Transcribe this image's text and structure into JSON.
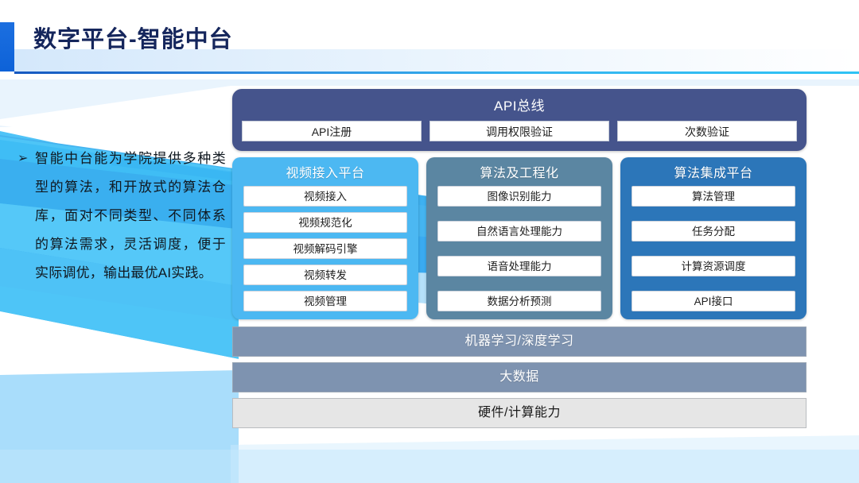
{
  "header": {
    "title": "数字平台-智能中台"
  },
  "bullet": {
    "marker": "➢",
    "text": "智能中台能为学院提供多种类型的算法，和开放式的算法仓库，面对不同类型、不同体系的算法需求，灵活调度，便于实际调优，输出最优AI实践。"
  },
  "diagram": {
    "api_bus": {
      "title": "API总线",
      "items": [
        {
          "label": "API注册"
        },
        {
          "label": "调用权限验证"
        },
        {
          "label": "次数验证"
        }
      ]
    },
    "columns": [
      {
        "id": "col-video",
        "title": "视频接入平台",
        "color": "#4cb8f2",
        "items": [
          {
            "label": "视频接入"
          },
          {
            "label": "视频规范化"
          },
          {
            "label": "视频解码引擎"
          },
          {
            "label": "视频转发"
          },
          {
            "label": "视频管理"
          }
        ]
      },
      {
        "id": "col-algo",
        "title": "算法及工程化",
        "color": "#5b86a2",
        "items": [
          {
            "label": "图像识别能力"
          },
          {
            "label": "自然语言处理能力"
          },
          {
            "label": "语音处理能力"
          },
          {
            "label": "数据分析预测"
          }
        ]
      },
      {
        "id": "col-integ",
        "title": "算法集成平台",
        "color": "#2c76b9",
        "items": [
          {
            "label": "算法管理"
          },
          {
            "label": "任务分配"
          },
          {
            "label": "计算资源调度"
          },
          {
            "label": "API接口"
          }
        ]
      }
    ],
    "bottom_bars": [
      {
        "label": "机器学习/深度学习",
        "style": "slate",
        "color": "#7e93b0"
      },
      {
        "label": "大数据",
        "style": "slate",
        "color": "#7e93b0"
      },
      {
        "label": "硬件/计算能力",
        "style": "gray",
        "color": "#e6e6e6"
      }
    ]
  },
  "theme": {
    "title_color": "#15265c",
    "accent_blue": "#0d62d8",
    "cyan": "#3fc0f5",
    "sky": "#4cb8f2",
    "pale_blue": "#a9ddfb",
    "navy": "#45548c"
  }
}
